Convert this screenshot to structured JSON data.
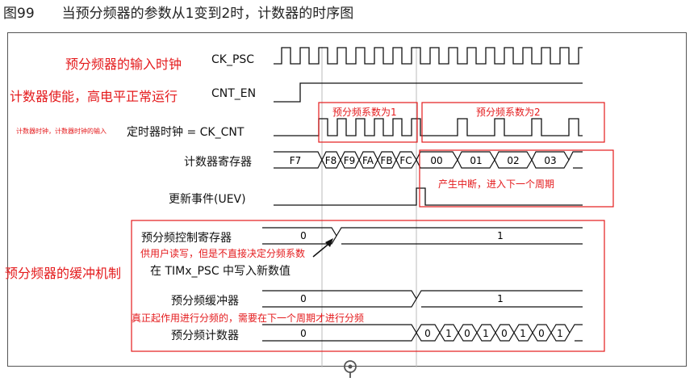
{
  "figure_title": "图99　　当预分频器的参数从1变到2时，计数器的时序图",
  "signals": {
    "ck_psc": "CK_PSC",
    "cnt_en": "CNT_EN",
    "ck_cnt": "定时器时钟 = CK_CNT",
    "counter_reg": "计数器寄存器",
    "uev": "更新事件(UEV)",
    "psc_ctrl": "预分频控制寄存器",
    "psc_buffer": "预分频缓冲器",
    "psc_counter": "预分频计数器"
  },
  "annotations": {
    "ck_psc_note": "预分频器的输入时钟",
    "cnt_en_note": "计数器使能，高电平正常运行",
    "ck_cnt_note": "计数器时钟，计数器时钟的输入",
    "div1": "预分频系数为1",
    "div2": "预分频系数为2",
    "interrupt": "产生中断，进入下一个周期",
    "buffer_mech": "预分频器的缓冲机制",
    "user_rw": "供用户读写，但是不直接决定分频系数",
    "write_note": "在 TIMx_PSC 中写入新数值",
    "real_div": "真正起作用进行分频的，需要在下一个周期才进行分频"
  },
  "counter_values": [
    "F7",
    "F8",
    "F9",
    "FA",
    "FB",
    "FC",
    "00",
    "01",
    "02",
    "03"
  ],
  "psc_ctrl_values": [
    "0",
    "1"
  ],
  "psc_buffer_values": [
    "0",
    "1"
  ],
  "psc_counter_values": [
    "0",
    "0",
    "1",
    "0",
    "1",
    "0",
    "1",
    "0",
    "1"
  ],
  "colors": {
    "annotation": "#e41a1c",
    "signal": "#111111"
  }
}
